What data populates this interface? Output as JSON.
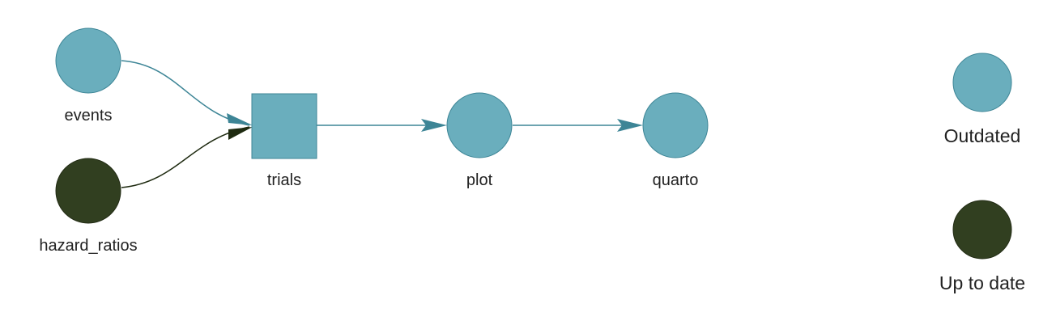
{
  "colors": {
    "outdated": "#6aaebd",
    "outdated_stroke": "#3d8596",
    "up_to_date": "#313f20",
    "up_to_date_stroke": "#222b14",
    "edge_outdated": "#3d8596",
    "edge_up_to_date": "#1e2a10"
  },
  "nodes": {
    "events": {
      "label": "events",
      "status": "Outdated",
      "shape": "circle"
    },
    "hazard_ratios": {
      "label": "hazard_ratios",
      "status": "Up to date",
      "shape": "circle"
    },
    "trials": {
      "label": "trials",
      "status": "Outdated",
      "shape": "square"
    },
    "plot": {
      "label": "plot",
      "status": "Outdated",
      "shape": "circle"
    },
    "quarto": {
      "label": "quarto",
      "status": "Outdated",
      "shape": "circle"
    }
  },
  "edges": [
    {
      "from": "events",
      "to": "trials"
    },
    {
      "from": "hazard_ratios",
      "to": "trials"
    },
    {
      "from": "trials",
      "to": "plot"
    },
    {
      "from": "plot",
      "to": "quarto"
    }
  ],
  "legend": {
    "outdated": "Outdated",
    "up_to_date": "Up to date"
  }
}
